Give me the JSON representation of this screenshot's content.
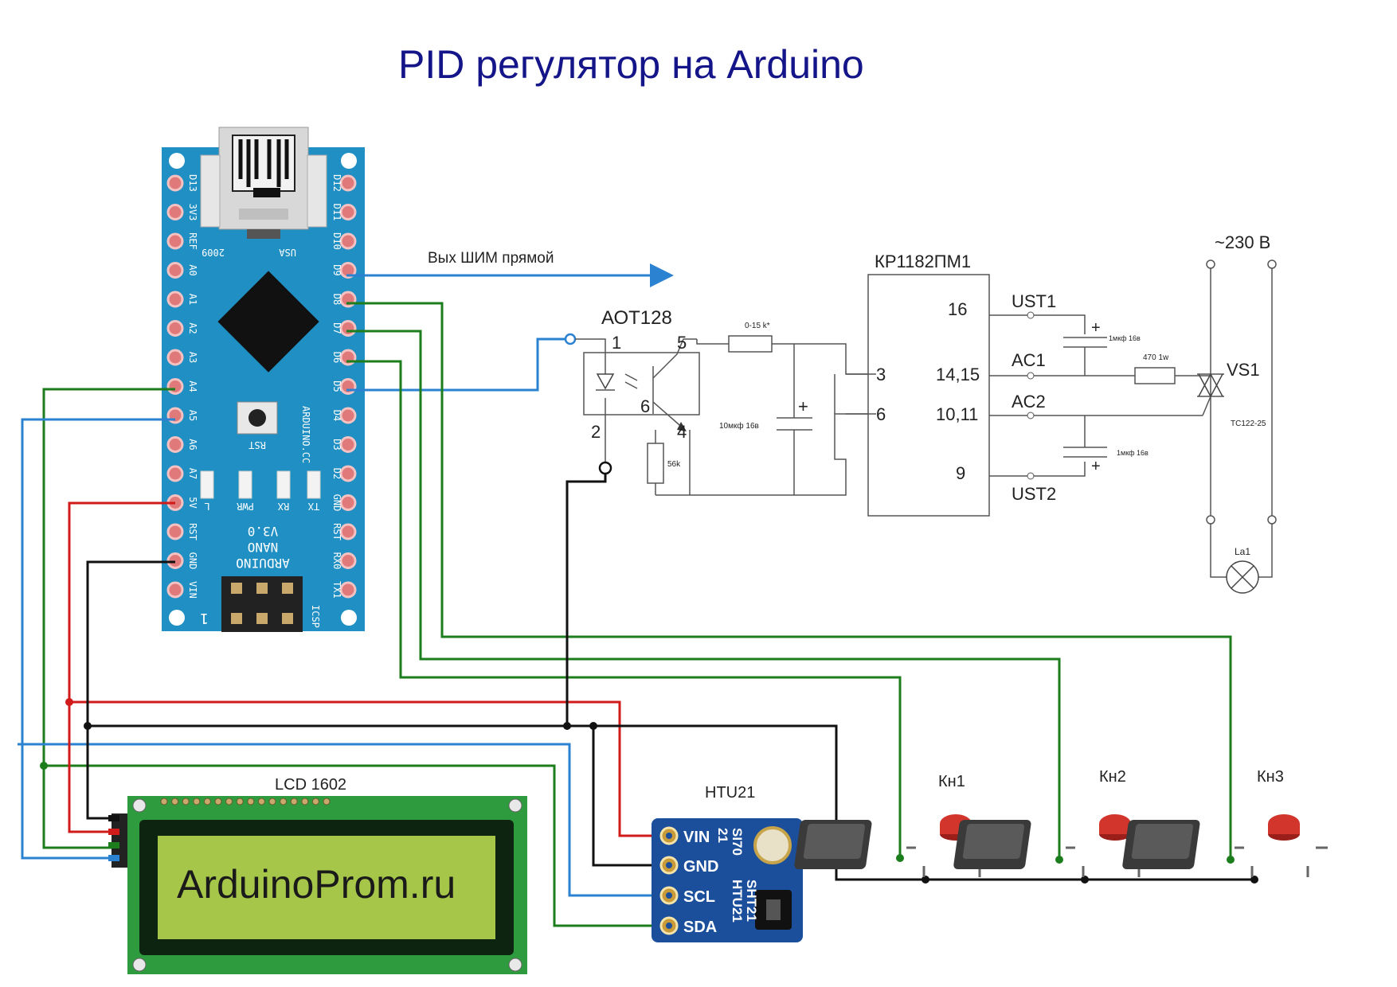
{
  "title": "PID регулятор на Arduino",
  "labels": {
    "pwm_out": "Вых ШИМ прямой",
    "optocoupler": "АОТ128",
    "driver_ic": "КР1182ПМ1",
    "mains": "~230 В",
    "triac": "VS1",
    "triac_part": "TC122-25",
    "lamp": "La1",
    "lcd": "LCD 1602",
    "lcd_screen": "ArduinoProm.ru",
    "sensor": "HTU21",
    "sensor_text_1": "SI70",
    "sensor_text_2": "21",
    "sensor_text_3": "SHT21",
    "sensor_text_4": "HTU21",
    "btn1": "Кн1",
    "btn2": "Кн2",
    "btn3": "Кн3",
    "r_top": "0-15 k*",
    "c_10u": "10мкф 16в",
    "r_56k": "56k",
    "c_1u_top": "1мкф 16в",
    "r_470": "470 1w",
    "c_1u_bot": "1мкф 16в",
    "plus": "+"
  },
  "opto_pins": {
    "p1": "1",
    "p2": "2",
    "p4": "4",
    "p5": "5",
    "p6": "6"
  },
  "ic_pins": {
    "left": {
      "p3": "3",
      "p6": "6"
    },
    "right": {
      "p16": "16",
      "p1415": "14,15",
      "p1011": "10,11",
      "p9": "9"
    },
    "ext": {
      "ust1": "UST1",
      "ac1": "AC1",
      "ac2": "AC2",
      "ust2": "UST2"
    }
  },
  "sensor_pins": [
    "VIN",
    "GND",
    "SCL",
    "SDA"
  ],
  "nano": {
    "left_pins": [
      "D13",
      "3V3",
      "REF",
      "A0",
      "A1",
      "A2",
      "A3",
      "A4",
      "A5",
      "A6",
      "A7",
      "5V",
      "RST",
      "GND",
      "VIN"
    ],
    "right_pins": [
      "D12",
      "D11",
      "D10",
      "D9",
      "D8",
      "D7",
      "D6",
      "D5",
      "D4",
      "D3",
      "D2",
      "GND",
      "RST",
      "RX0",
      "TX1"
    ],
    "usb_left": "2009",
    "usb_right": "USA",
    "reset_label": "RST",
    "brand_vert": "ARDUINO.CC",
    "led_labels": [
      "L",
      "PWR",
      "RX",
      "TX"
    ],
    "board_text_1": "ARDUINO",
    "board_text_2": "NANO",
    "board_text_3": "V3.0",
    "icsp": "ICSP",
    "icsp_one": "1"
  },
  "colors": {
    "title": "#15158a",
    "wire_green": "#1c7d1c",
    "wire_blue": "#2b82d1",
    "wire_red": "#d11a1a",
    "wire_black": "#111111",
    "board_blue": "#1f8fc4",
    "lcd_board": "#2e9b3e",
    "lcd_screen": "#a6c64a",
    "sensor_board": "#1b4f9c",
    "button_red": "#d2352c"
  }
}
